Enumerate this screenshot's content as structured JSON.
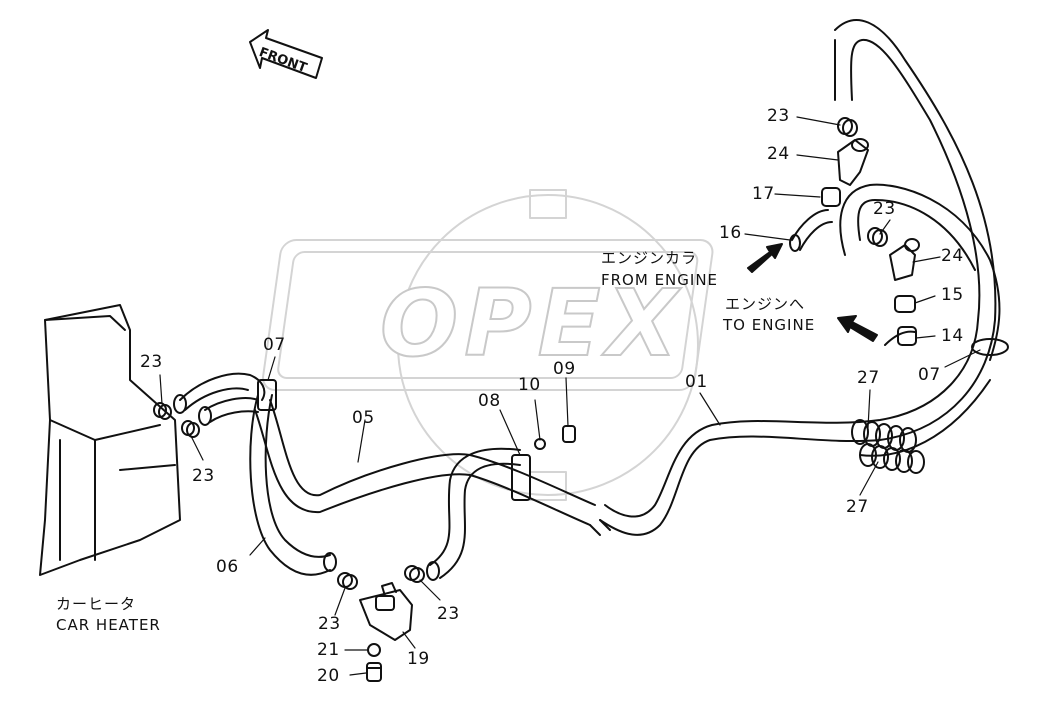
{
  "watermark": "OPEX",
  "front_label": "FRONT",
  "notes": {
    "car_heater_jp": "カーヒータ",
    "car_heater_en": "CAR HEATER",
    "from_engine_jp": "エンジンカラ",
    "from_engine_en": "FROM ENGINE",
    "to_engine_jp": "エンジンへ",
    "to_engine_en": "TO ENGINE"
  },
  "part_labels": [
    "23",
    "24",
    "17",
    "16",
    "23",
    "24",
    "15",
    "14",
    "07",
    "27",
    "27",
    "01",
    "08",
    "10",
    "09",
    "05",
    "07",
    "23",
    "23",
    "06",
    "23",
    "23",
    "21",
    "19",
    "20"
  ]
}
